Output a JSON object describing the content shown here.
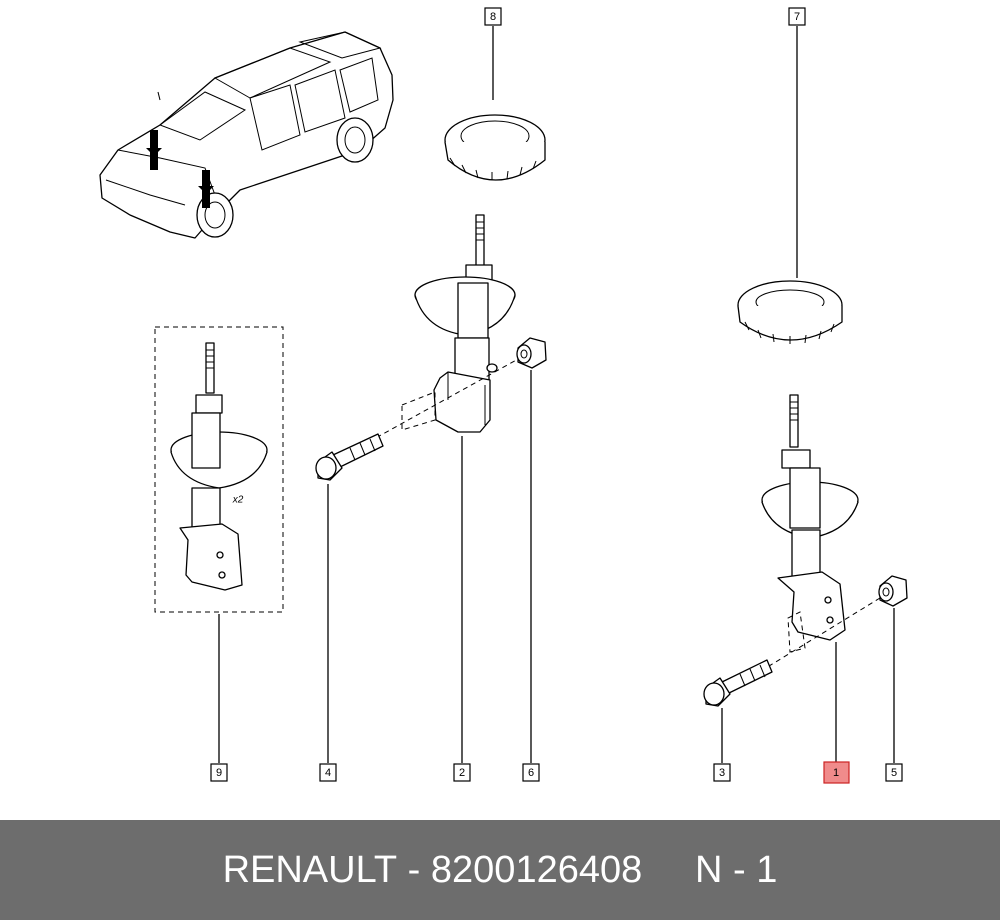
{
  "callouts": {
    "c1": "1",
    "c2": "2",
    "c3": "3",
    "c4": "4",
    "c5": "5",
    "c6": "6",
    "c7": "7",
    "c8": "8",
    "c9": "9"
  },
  "x2_label": "x2",
  "footer": {
    "brand": "RENAULT",
    "separator": " - ",
    "part_number": "8200126408",
    "position": "N - 1"
  },
  "colors": {
    "footer_bg": "#6d6d6d",
    "highlight": "#f08b8b"
  }
}
